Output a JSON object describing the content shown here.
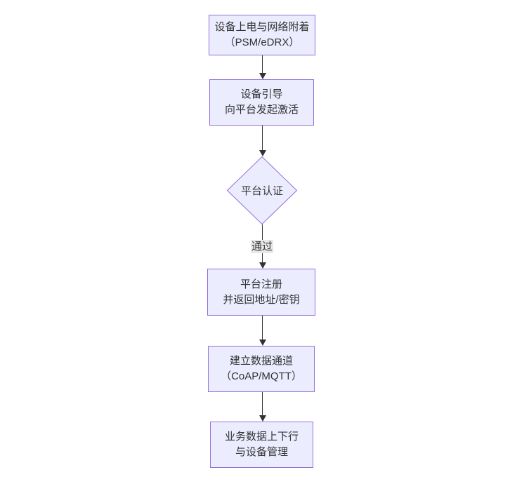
{
  "diagram": {
    "type": "flowchart",
    "direction": "top-down",
    "nodes": [
      {
        "id": "power-attach",
        "shape": "rect",
        "line1": "设备上电与网络附着",
        "line2": "（PSM/eDRX）"
      },
      {
        "id": "bootstrap",
        "shape": "rect",
        "line1": "设备引导",
        "line2": "向平台发起激活"
      },
      {
        "id": "platform-auth",
        "shape": "diamond",
        "label": "平台认证"
      },
      {
        "id": "platform-register",
        "shape": "rect",
        "line1": "平台注册",
        "line2": "并返回地址/密钥"
      },
      {
        "id": "data-channel",
        "shape": "rect",
        "line1": "建立数据通道",
        "line2": "（CoAP/MQTT）"
      },
      {
        "id": "business-ops",
        "shape": "rect",
        "line1": "业务数据上下行",
        "line2": "与设备管理"
      }
    ],
    "edges": [
      {
        "from": "power-attach",
        "to": "bootstrap",
        "label": ""
      },
      {
        "from": "bootstrap",
        "to": "platform-auth",
        "label": ""
      },
      {
        "from": "platform-auth",
        "to": "platform-register",
        "label": "通过"
      },
      {
        "from": "platform-register",
        "to": "data-channel",
        "label": ""
      },
      {
        "from": "data-channel",
        "to": "business-ops",
        "label": ""
      }
    ],
    "colors": {
      "background": "#ffffff",
      "node_fill": "#ECECFF",
      "node_border": "#9370DB",
      "edge": "#333333",
      "text": "#333333",
      "edge_label_bg": "#e8e8e8"
    }
  }
}
